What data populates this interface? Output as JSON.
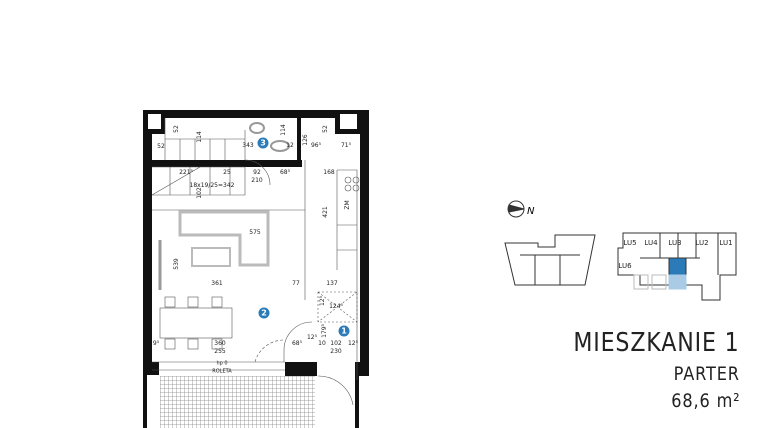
{
  "apartment": {
    "title": "MIESZKANIE 1",
    "floor": "PARTER",
    "area": "68,6 m²"
  },
  "accent_color": "#2b7bb9",
  "rooms": [
    {
      "number": "1"
    },
    {
      "number": "2"
    },
    {
      "number": "3"
    }
  ],
  "dimensions": [
    "52",
    "52",
    "114",
    "343",
    "114",
    "12",
    "126",
    "96⁵",
    "71⁵",
    "52",
    "221⁵",
    "25",
    "92",
    "210",
    "68⁵",
    "168",
    "18x19/25=342",
    "102",
    "421",
    "575",
    "ZM",
    "539",
    "361",
    "77",
    "137",
    "124⁵",
    "12⁵",
    "179⁵",
    "12⁵",
    "68⁵",
    "10",
    "102",
    "230",
    "12⁵",
    "360",
    "255",
    "9⁵",
    "hp 0",
    "ROLETA",
    "52"
  ],
  "key_plan": {
    "north_label": "N",
    "units": [
      "LU5",
      "LU4",
      "LU3",
      "LU2",
      "LU1",
      "LU6"
    ],
    "highlighted": "LU3"
  }
}
